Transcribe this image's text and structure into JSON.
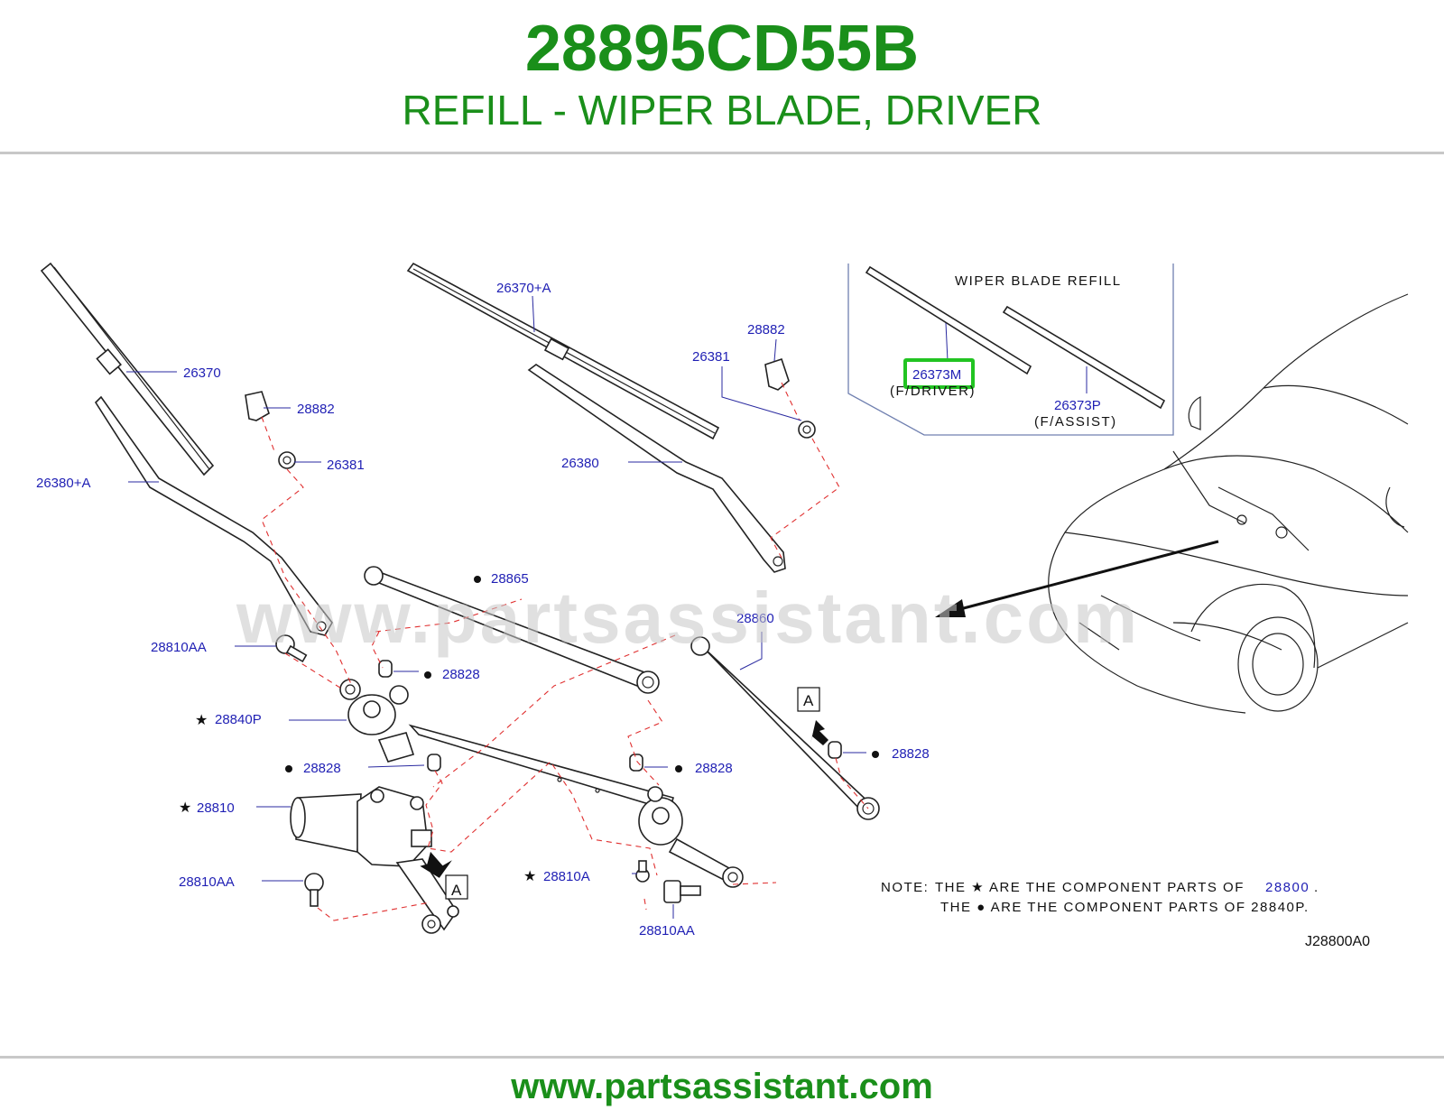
{
  "header": {
    "part_number": "28895CD55B",
    "description": "REFILL - WIPER BLADE, DRIVER"
  },
  "footer": {
    "url": "www.partsassistant.com"
  },
  "watermark": "www.partsassistant.com",
  "colors": {
    "brand_green": "#1a8f1a",
    "label_blue": "#1f1fb4",
    "highlight": "#22c422",
    "leader_red": "#e03030"
  },
  "diagram": {
    "code": "J28800A0",
    "labels": {
      "p26370": "26370",
      "p26370a": "26370+A",
      "p26380": "26380",
      "p26380a": "26380+A",
      "p28882_left": "28882",
      "p28882_right": "28882",
      "p26381_left": "26381",
      "p26381_right": "26381",
      "p28865": "28865",
      "p28860": "28860",
      "p28828_a": "28828",
      "p28828_b": "28828",
      "p28828_c": "28828",
      "p28828_d": "28828",
      "p28810aa_a": "28810AA",
      "p28810aa_b": "28810AA",
      "p28810aa_c": "28810AA",
      "p28840p": "28840P",
      "p28810": "28810",
      "p28810a": "28810A",
      "ref_a1": "A",
      "ref_a2": "A"
    },
    "inset": {
      "title": "WIPER  BLADE  REFILL",
      "driver_part": "26373M",
      "driver_note": "(F/DRIVER)",
      "assist_part": "26373P",
      "assist_note": "(F/ASSIST)"
    },
    "note": {
      "prefix": "NOTE:",
      "line1_text": "THE  ★ ARE  THE  COMPONENT  PARTS  OF",
      "line1_part": "28800",
      "line2_text": "THE  ●  ARE  THE  COMPONENT  PARTS  OF  28840P."
    }
  }
}
